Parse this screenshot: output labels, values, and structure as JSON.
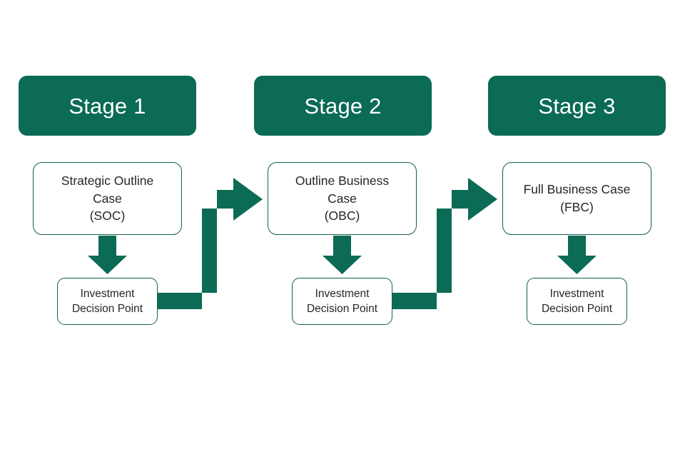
{
  "diagram": {
    "title": "Business Case Stage Gate Process",
    "background_color": "#FFFFFF",
    "accent_color": "#0B6B55",
    "border_color": "#14604C",
    "text_color": "#262626",
    "header_text_color": "#FFFFFF"
  },
  "stages": [
    {
      "header_label": "Stage 1",
      "case_label": "Strategic Outline\nCase\n(SOC)",
      "decision_label": "Investment\nDecision Point",
      "has_outgoing_connector": true
    },
    {
      "header_label": "Stage 2",
      "case_label": "Outline Business\nCase\n(OBC)",
      "decision_label": "Investment\nDecision Point",
      "has_outgoing_connector": true
    },
    {
      "header_label": "Stage 3",
      "case_label": "Full Business  Case\n(FBC)",
      "decision_label": "Investment\nDecision Point",
      "has_outgoing_connector": false
    }
  ],
  "connectors": {
    "down_arrow_name": "down-arrow-icon",
    "elbow_arrow_name": "elbow-arrow-icon",
    "count_down_arrows": 3,
    "count_elbow_arrows": 2
  }
}
